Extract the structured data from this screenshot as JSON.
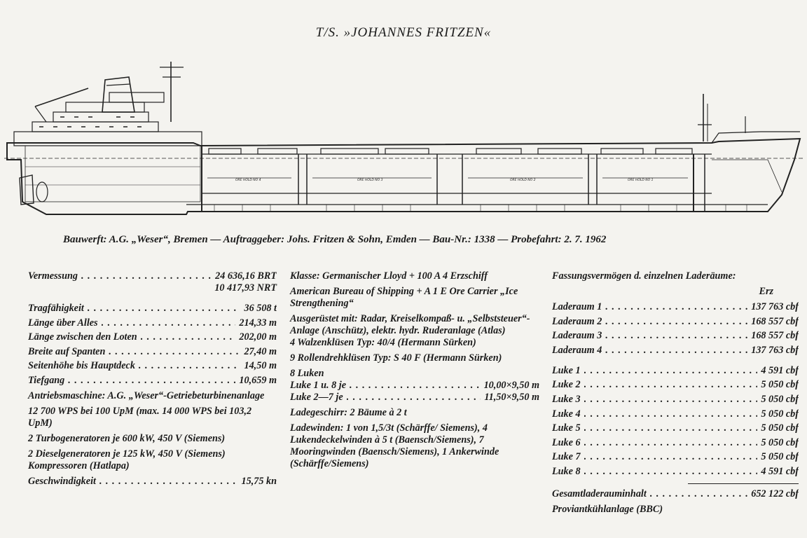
{
  "title": "T/S. »JOHANNES FRITZEN«",
  "subtitle": "Bauwerft: A.G. „Weser“, Bremen — Auftraggeber: Johs. Fritzen & Sohn, Emden — Bau-Nr.: 1338 — Probefahrt: 2. 7. 1962",
  "drawing": {
    "labels": [
      "ORE HOLD NO 4",
      "ORE HOLD NO 3",
      "ORE HOLD NO 2",
      "ORE HOLD NO 1"
    ]
  },
  "col1": {
    "vermessung_label": "Vermessung",
    "vermessung_brt": "24 636,16 BRT",
    "vermessung_nrt": "10 417,93 NRT",
    "rows": [
      {
        "label": "Tragfähigkeit",
        "value": "36 508 t"
      },
      {
        "label": "Länge über Alles",
        "value": "214,33 m"
      },
      {
        "label": "Länge zwischen den Loten",
        "value": "202,00 m"
      },
      {
        "label": "Breite auf Spanten",
        "value": "27,40 m"
      },
      {
        "label": "Seitenhöhe bis Hauptdeck",
        "value": "14,50 m"
      },
      {
        "label": "Tiefgang",
        "value": "10,659 m"
      }
    ],
    "antrieb": "Antriebsmaschine: A.G. „Weser“-Getriebe­turbinenanlage",
    "wps": "12 700 WPS bei 100 UpM (max. 14 000 WPS bei 103,2 UpM)",
    "turbo": "2 Turbogeneratoren je 600 kW, 450 V (Siemens)",
    "diesel": "2 Dieselgeneratoren je 125 kW, 450 V (Siemens)",
    "kompressoren": "Kompressoren (Hatlapa)",
    "geschw_label": "Geschwindigkeit",
    "geschw_value": "15,75 kn"
  },
  "col2": {
    "klasse": "Klasse: Germanischer Lloyd + 100 A 4 Erzschiff",
    "abs": "American Bureau of Shipping + A 1 E Ore Carrier „Ice Strengthening“",
    "ausgeruestet": "Ausgerüstet mit: Radar, Kreiselkompaß- u. „Selbststeuer“-Anlage (Anschütz), elektr. hydr. Ruderanlage (Atlas)",
    "walzen": "4 Walzenklüsen Typ: 40/4 (Hermann Sürken)",
    "rollen": "9 Rollendrehklüsen Typ: S 40 F (Hermann Sürken)",
    "luken": "8 Luken",
    "luke18_label": "Luke 1 u. 8 je",
    "luke18_value": "10,00×9,50 m",
    "luke27_label": "Luke 2—7 je",
    "luke27_value": "11,50×9,50 m",
    "ladegeschirr": "Ladegeschirr: 2 Bäume à 2 t",
    "ladewinden": "Ladewinden: 1 von 1,5/3t (Schärffe/ Siemens), 4 Lukendeckelwinden à 5 t (Baensch/Siemens), 7 Mooringwinden (Baensch/Siemens), 1 Ankerwinde (Schärffe/Siemens)"
  },
  "col3": {
    "heading": "Fassungsvermögen d. einzelnen Laderäume:",
    "erz": "Erz",
    "laderaeume": [
      {
        "label": "Laderaum 1",
        "value": "137 763 cbf"
      },
      {
        "label": "Laderaum 2",
        "value": "168 557 cbf"
      },
      {
        "label": "Laderaum 3",
        "value": "168 557 cbf"
      },
      {
        "label": "Laderaum 4",
        "value": "137 763 cbf"
      }
    ],
    "luken": [
      {
        "label": "Luke 1",
        "value": "4 591 cbf"
      },
      {
        "label": "Luke 2",
        "value": "5 050 cbf"
      },
      {
        "label": "Luke 3",
        "value": "5 050 cbf"
      },
      {
        "label": "Luke 4",
        "value": "5 050 cbf"
      },
      {
        "label": "Luke 5",
        "value": "5 050 cbf"
      },
      {
        "label": "Luke 6",
        "value": "5 050 cbf"
      },
      {
        "label": "Luke 7",
        "value": "5 050 cbf"
      },
      {
        "label": "Luke 8",
        "value": "4 591 cbf"
      }
    ],
    "gesamt_label": "Gesamtladerauminhalt",
    "gesamt_value": "652 122 cbf",
    "proviant": "Proviantkühlanlage (BBC)"
  }
}
